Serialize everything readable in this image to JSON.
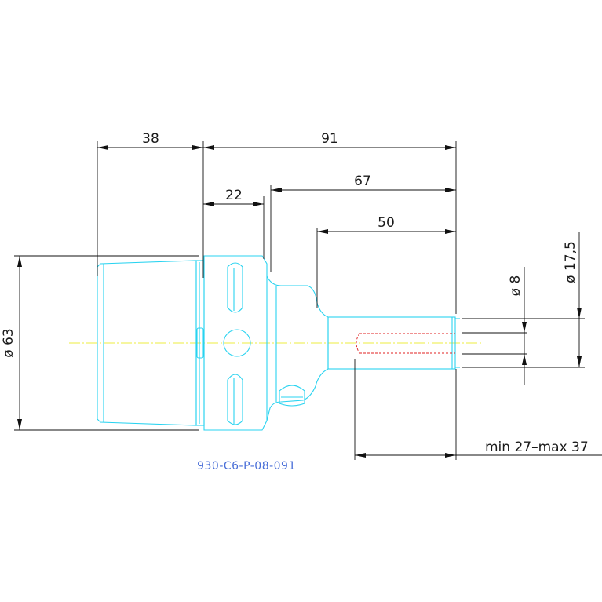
{
  "colors": {
    "part_outline": "#29d3f0",
    "dimension": "#111111",
    "centerline": "#e6e600",
    "hidden_bore": "#e02020",
    "part_number": "#4a6fd8"
  },
  "dimensions": {
    "d38": "38",
    "d91": "91",
    "d22": "22",
    "d67": "67",
    "d50": "50",
    "dia63": "ø 63",
    "dia8": "ø 8",
    "dia17_5": "ø 17,5",
    "range": "min 27–max 37"
  },
  "part_number": "930-C6-P-08-091"
}
